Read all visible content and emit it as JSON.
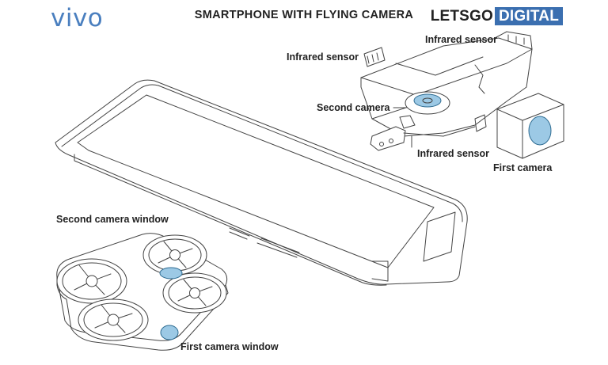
{
  "header": {
    "brand_logo": "vivo",
    "title": "SMARTPHONE WITH FLYING CAMERA",
    "site_part1": "LETSGO",
    "site_part2": "DIGITAL"
  },
  "labels": {
    "infrared_sensor_top_right": "Infrared sensor",
    "infrared_sensor_left": "Infrared sensor",
    "second_camera": "Second camera",
    "infrared_sensor_bottom": "Infrared sensor",
    "first_camera": "First camera",
    "second_camera_window": "Second camera window",
    "first_camera_window": "First camera window"
  },
  "colors": {
    "brand": "#4a7fbf",
    "lens": "#9cc9e5",
    "site_box": "#3b6fb0"
  }
}
